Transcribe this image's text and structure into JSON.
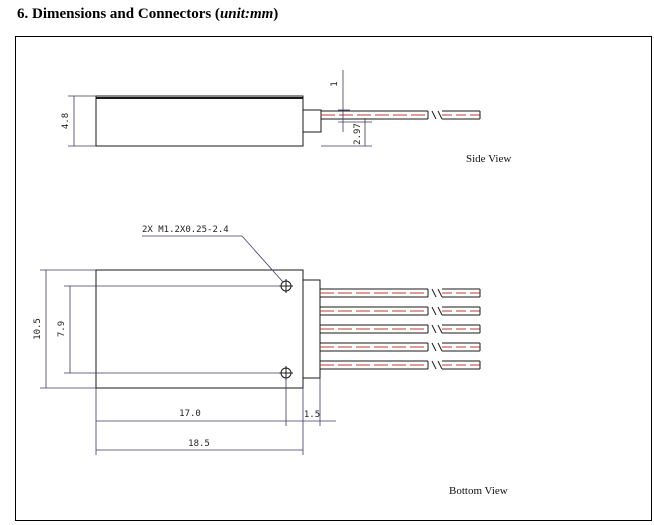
{
  "heading": {
    "title": "6. Dimensions and Connectors (",
    "unit": "unit:mm",
    "close": ")"
  },
  "side_view": {
    "caption": "Side View",
    "dims": {
      "height": "4.8",
      "top_offset": "1",
      "pin_offset": "2.97"
    }
  },
  "bottom_view": {
    "caption": "Bottom View",
    "hole_note": "2X M1.2X0.25-2.4",
    "dims": {
      "width_outer": "10.5",
      "hole_pitch": "7.9",
      "hole_span": "17.0",
      "length": "18.5",
      "connector": "1.5"
    }
  },
  "colors": {
    "lead": "#c0392b",
    "line": "#1a1a1a",
    "dim": "#3a3a66"
  }
}
